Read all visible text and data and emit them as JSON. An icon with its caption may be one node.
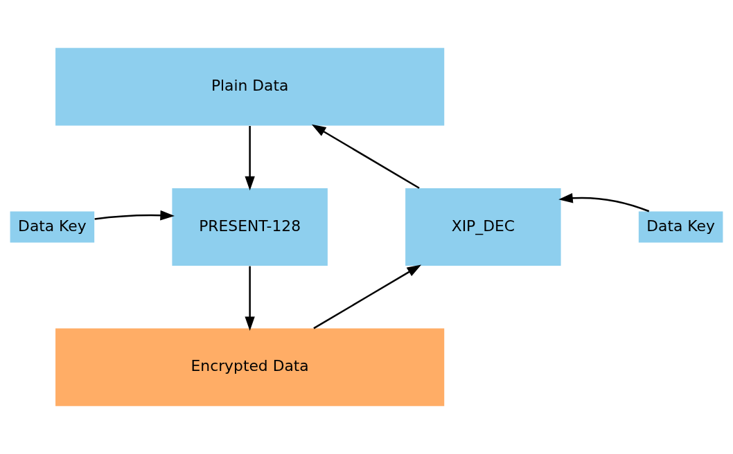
{
  "diagram": {
    "nodes": [
      {
        "text": [
          "Plain Data"
        ]
      },
      {
        "text": [
          "Data Key"
        ]
      },
      {
        "text": [
          "PRESENT-128"
        ]
      },
      {
        "text": [
          "XIP_DEC"
        ]
      },
      {
        "text": [
          "Data Key"
        ]
      },
      {
        "text": [
          "Encrypted Data"
        ]
      }
    ],
    "edges": [
      {
        "from": 0,
        "to": 2,
        "arrow": "to"
      },
      {
        "from": 1,
        "to": 2,
        "arrow": "to"
      },
      {
        "from": 2,
        "to": 5,
        "arrow": "to"
      },
      {
        "from": 5,
        "to": 3,
        "arrow": "to"
      },
      {
        "from": 3,
        "to": 0,
        "arrow": "to"
      },
      {
        "from": 4,
        "to": 3,
        "arrow": "to"
      }
    ]
  }
}
